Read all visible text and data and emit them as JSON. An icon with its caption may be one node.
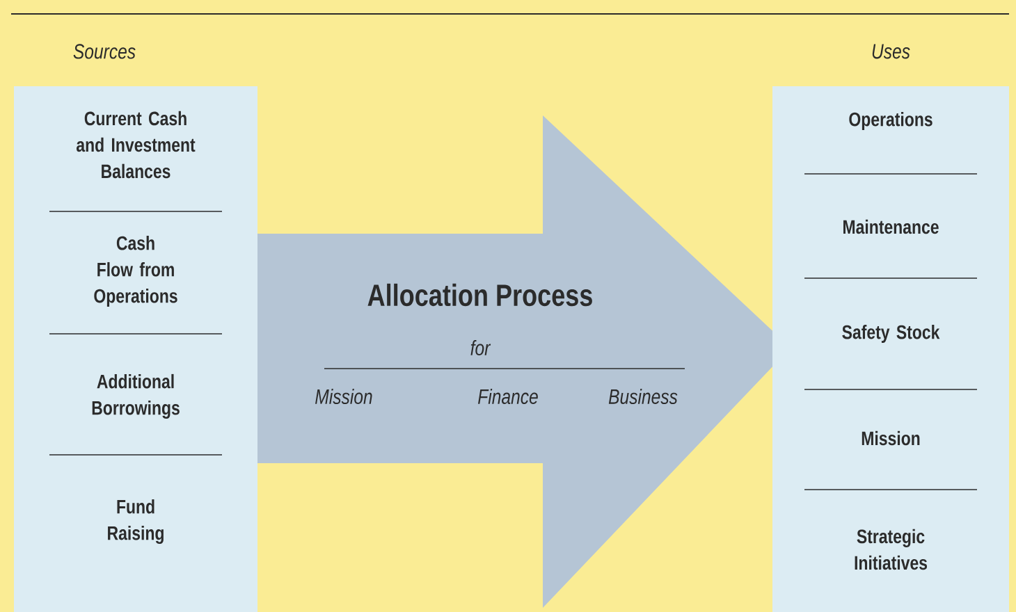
{
  "diagram": {
    "nodes": [
      {
        "text": [
          "Sources"
        ]
      },
      {
        "text": [
          "Current Cash and Investment Balances"
        ],
        "in": 0
      },
      {
        "text": [
          "Cash Flow from Operations"
        ],
        "in": 0
      },
      {
        "text": [
          "Additional Borrowings"
        ],
        "in": 0
      },
      {
        "text": [
          "Fund Raising"
        ],
        "in": 0
      },
      {
        "text": [
          "Allocation Process",
          "for",
          "Mission",
          "Finance",
          "Business"
        ]
      },
      {
        "text": [
          "Uses"
        ]
      },
      {
        "text": [
          "Operations"
        ],
        "in": 6
      },
      {
        "text": [
          "Maintenance"
        ],
        "in": 6
      },
      {
        "text": [
          "Safety Stock"
        ],
        "in": 6
      },
      {
        "text": [
          "Mission"
        ],
        "in": 6
      },
      {
        "text": [
          "Strategic Initiatives"
        ],
        "in": 6
      }
    ]
  }
}
